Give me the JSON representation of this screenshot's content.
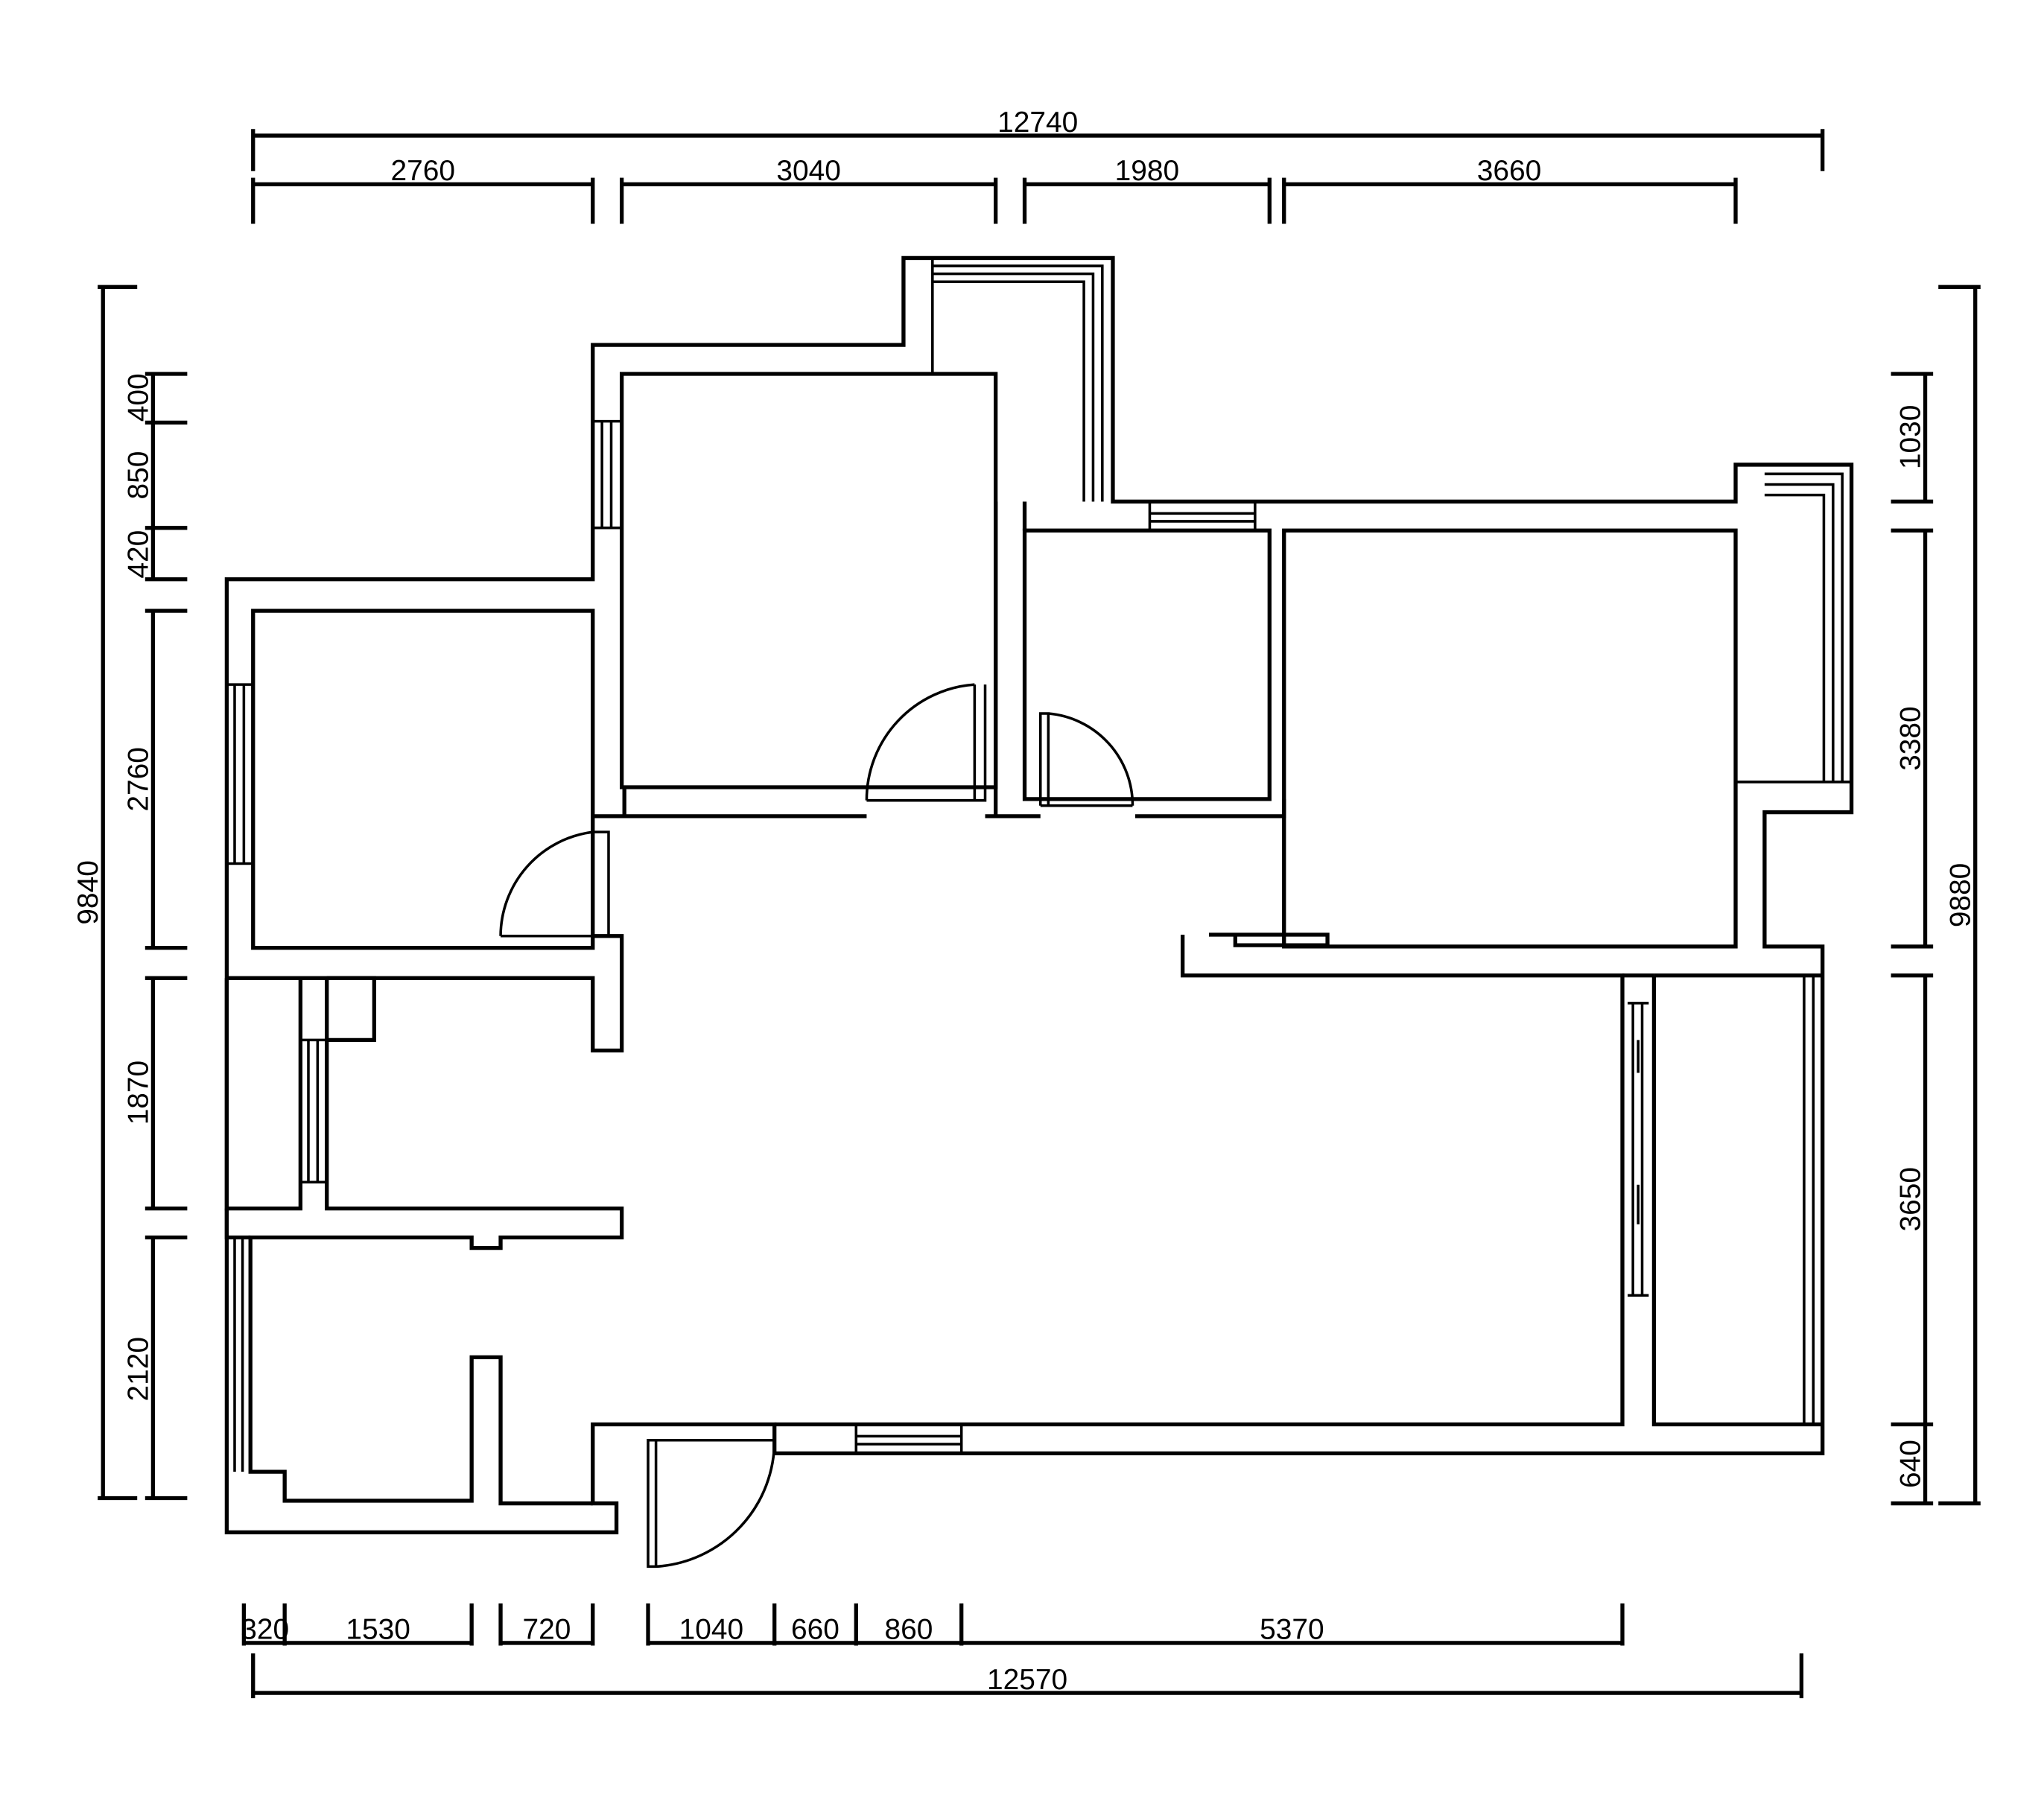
{
  "dimensions": {
    "top_overall": "12740",
    "top": [
      "2760",
      "3040",
      "1980",
      "3660"
    ],
    "bottom_overall": "12570",
    "bottom": [
      "320",
      "1530",
      "720",
      "1040",
      "660",
      "860",
      "5370"
    ],
    "left_overall": "9840",
    "left": [
      "400",
      "850",
      "420",
      "2760",
      "1870",
      "2120"
    ],
    "right_overall": "9880",
    "right": [
      "1030",
      "3380",
      "3650",
      "640"
    ]
  }
}
